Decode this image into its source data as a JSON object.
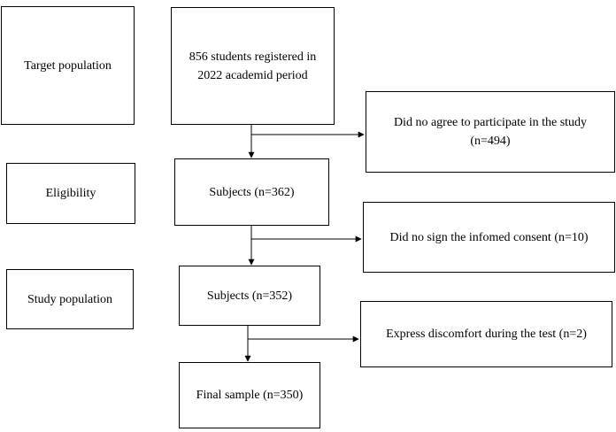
{
  "stages": {
    "target": "Target population",
    "eligibility": "Eligibility",
    "study": "Study population"
  },
  "flow": {
    "registered": "856 students registered in\n2022 academid period",
    "subjects_1": "Subjects (n=362)",
    "subjects_2": "Subjects (n=352)",
    "final": "Final sample (n=350)"
  },
  "exclusions": {
    "no_agree": "Did no agree to participate in the study\n(n=494)",
    "no_consent": "Did no sign the infomed consent (n=10)",
    "discomfort": "Express discomfort during the test (n=2)"
  },
  "colors": {
    "line": "#000000",
    "box_border": "#000000",
    "background": "#ffffff"
  }
}
